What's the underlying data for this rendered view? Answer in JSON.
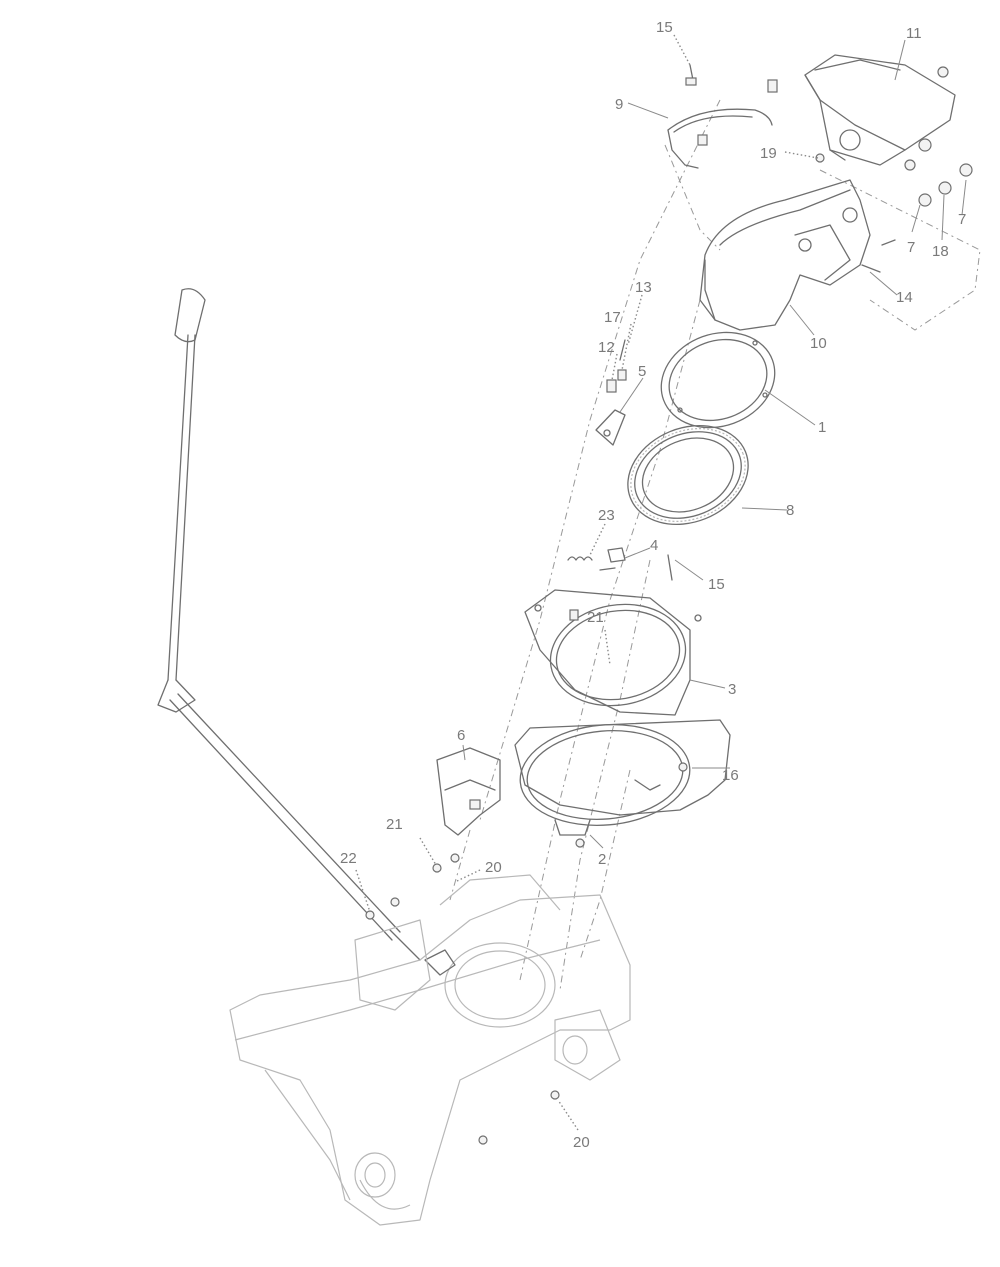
{
  "callouts": [
    {
      "id": "c15a",
      "text": "15"
    },
    {
      "id": "c11",
      "text": "11"
    },
    {
      "id": "c9",
      "text": "9"
    },
    {
      "id": "c19",
      "text": "19"
    },
    {
      "id": "c7a",
      "text": "7"
    },
    {
      "id": "c7b",
      "text": "7"
    },
    {
      "id": "c18",
      "text": "18"
    },
    {
      "id": "c14",
      "text": "14"
    },
    {
      "id": "c10",
      "text": "10"
    },
    {
      "id": "c13",
      "text": "13"
    },
    {
      "id": "c17",
      "text": "17"
    },
    {
      "id": "c12",
      "text": "12"
    },
    {
      "id": "c5",
      "text": "5"
    },
    {
      "id": "c1",
      "text": "1"
    },
    {
      "id": "c8",
      "text": "8"
    },
    {
      "id": "c23",
      "text": "23"
    },
    {
      "id": "c4",
      "text": "4"
    },
    {
      "id": "c15b",
      "text": "15"
    },
    {
      "id": "c21a",
      "text": "21"
    },
    {
      "id": "c3",
      "text": "3"
    },
    {
      "id": "c6",
      "text": "6"
    },
    {
      "id": "c16",
      "text": "16"
    },
    {
      "id": "c21b",
      "text": "21"
    },
    {
      "id": "c2",
      "text": "2"
    },
    {
      "id": "c22",
      "text": "22"
    },
    {
      "id": "c20a",
      "text": "20"
    },
    {
      "id": "c20b",
      "text": "20"
    }
  ]
}
